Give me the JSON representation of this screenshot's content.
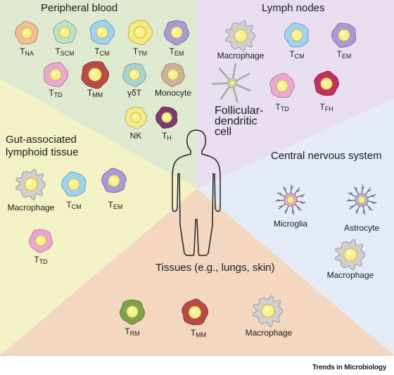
{
  "regions": {
    "peripheral_blood": {
      "title": "Peripheral blood",
      "color": "#dfe9cf"
    },
    "lymph_nodes": {
      "title": "Lymph nodes",
      "color": "#e8def0"
    },
    "galt": {
      "title_line1": "Gut-associated",
      "title_line2": "lymphoid tissue",
      "color": "#f3f2c6"
    },
    "cns": {
      "title": "Central nervous system",
      "color": "#e4ebf6"
    },
    "tissues": {
      "title": "Tissues (e.g., lungs, skin)",
      "color": "#f3d7c0"
    }
  },
  "cells": {
    "pb_tna": {
      "main": "T",
      "sub": "NA",
      "color": "#f3bd94"
    },
    "pb_tscm": {
      "main": "T",
      "sub": "SCM",
      "color": "#bfe0c4"
    },
    "pb_tcm": {
      "main": "T",
      "sub": "CM",
      "color": "#9fd2f1"
    },
    "pb_ttm": {
      "main": "T",
      "sub": "TM",
      "color": "#f2ea7c"
    },
    "pb_tem": {
      "main": "T",
      "sub": "EM",
      "color": "#a79ad6"
    },
    "pb_ttd": {
      "main": "T",
      "sub": "TD",
      "color": "#e9a7d2"
    },
    "pb_tmm": {
      "main": "T",
      "sub": "MM",
      "color": "#b84b45"
    },
    "pb_gdt": {
      "main": "γδT",
      "sub": "",
      "color": "#a7d4d3"
    },
    "pb_monocyte": {
      "main": "Monocyte",
      "sub": "",
      "color": "#cdb29a"
    },
    "pb_nk": {
      "main": "NK",
      "sub": "",
      "color": "#f2eb8a"
    },
    "pb_th": {
      "main": "T",
      "sub": "H",
      "color": "#7a3b6e"
    },
    "ln_macrophage": {
      "main": "Macrophage",
      "sub": "",
      "color": "#cfcfcf"
    },
    "ln_tcm": {
      "main": "T",
      "sub": "CM",
      "color": "#9fd2f1"
    },
    "ln_tem": {
      "main": "T",
      "sub": "EM",
      "color": "#a79ad6"
    },
    "ln_fdc": {
      "line1": "Follicular-",
      "line2": "dendritic",
      "line3": "cell",
      "color": "#c8d8c4"
    },
    "ln_ttd": {
      "main": "T",
      "sub": "TD",
      "color": "#e9a7d2"
    },
    "ln_tfh": {
      "main": "T",
      "sub": "FH",
      "color": "#c0325c"
    },
    "galt_macrophage": {
      "main": "Macrophage",
      "sub": "",
      "color": "#cfcfcf"
    },
    "galt_tcm": {
      "main": "T",
      "sub": "CM",
      "color": "#9fd2f1"
    },
    "galt_tem": {
      "main": "T",
      "sub": "EM",
      "color": "#a79ad6"
    },
    "galt_ttd": {
      "main": "T",
      "sub": "TD",
      "color": "#e9a7d2"
    },
    "cns_microglia": {
      "main": "Microglia",
      "sub": "",
      "color": "#e9a7d2"
    },
    "cns_astrocyte": {
      "main": "Astrocyte",
      "sub": "",
      "color": "#b9b3dd"
    },
    "cns_macrophage": {
      "main": "Macrophage",
      "sub": "",
      "color": "#cfcfcf"
    },
    "tis_trm": {
      "main": "T",
      "sub": "RM",
      "color": "#7fa246"
    },
    "tis_tmm": {
      "main": "T",
      "sub": "MM",
      "color": "#b84b45"
    },
    "tis_macrophage": {
      "main": "Macrophage",
      "sub": "",
      "color": "#cfcfcf"
    }
  },
  "footer": {
    "text": "Trends in Microbiology"
  }
}
